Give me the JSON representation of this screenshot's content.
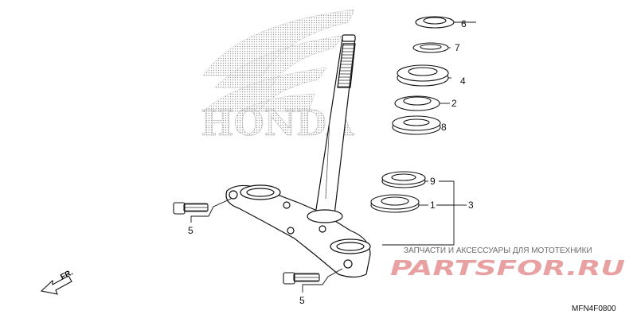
{
  "brand_logo": {
    "text": "HONDA",
    "icon": "honda-wing-logo"
  },
  "callouts": {
    "c1": "1",
    "c2": "2",
    "c3": "3",
    "c4": "4",
    "c5a": "5",
    "c5b": "5",
    "c6": "6",
    "c7": "7",
    "c8": "8",
    "c9": "9"
  },
  "direction": {
    "label": "FR."
  },
  "watermark": {
    "tagline": "ЗАПЧАСТИ И АКСЕССУАРЫ ДЛЯ МОТОТЕХНИКИ",
    "brand": "PARTSFOR.RU"
  },
  "diagram_code": "MFN4F0800",
  "colors": {
    "line": "#111111",
    "logo_dots": "#9a9a9a",
    "watermark_brand": "#e8a0a0"
  }
}
